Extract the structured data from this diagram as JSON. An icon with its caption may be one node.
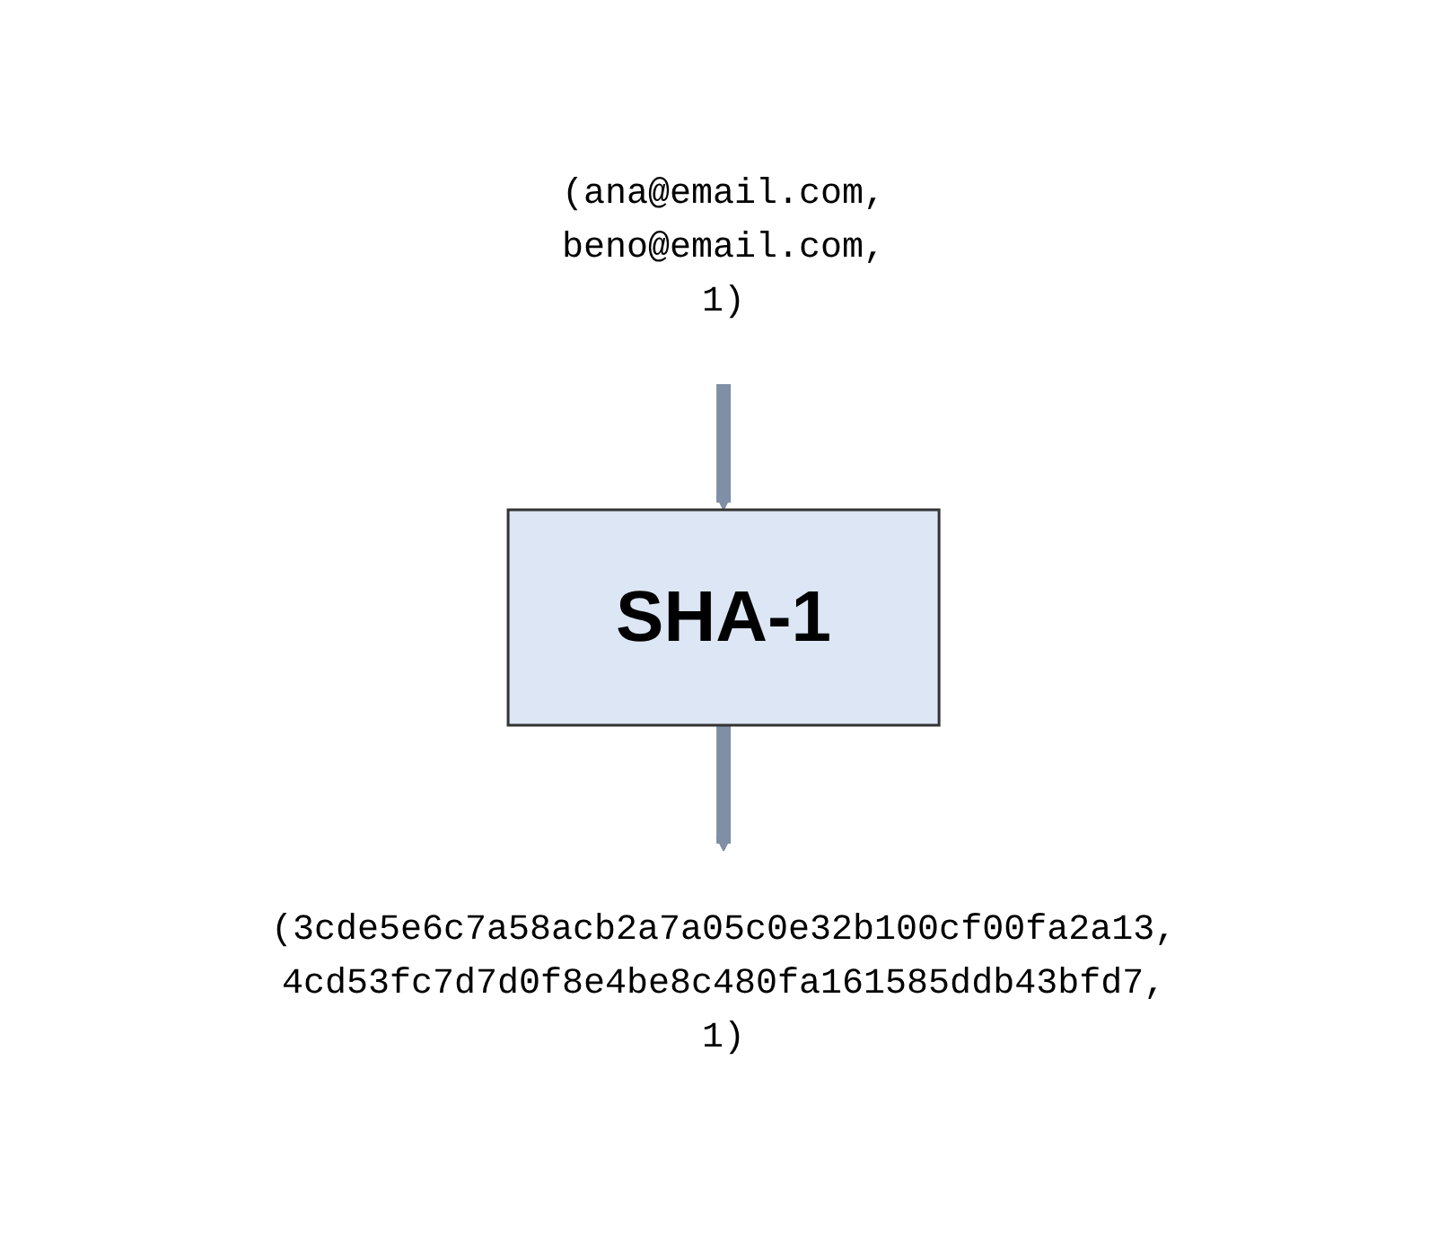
{
  "diagram": {
    "nodes": [
      {
        "text": [
          "(ana@email.com, beno@email.com, 1)"
        ]
      },
      {
        "text": [
          "SHA-1"
        ]
      },
      {
        "text": [
          "(3cde5e6c7a58acb2a7a05c0e32b100cf00fa2a13, 4cd53fc7d7d0f8e4be8c480fa161585ddb43bfd7, 1)"
        ]
      }
    ],
    "edges": [
      {
        "from": 0,
        "to": 1,
        "arrow": "to"
      },
      {
        "from": 1,
        "to": 2,
        "arrow": "to"
      }
    ]
  }
}
